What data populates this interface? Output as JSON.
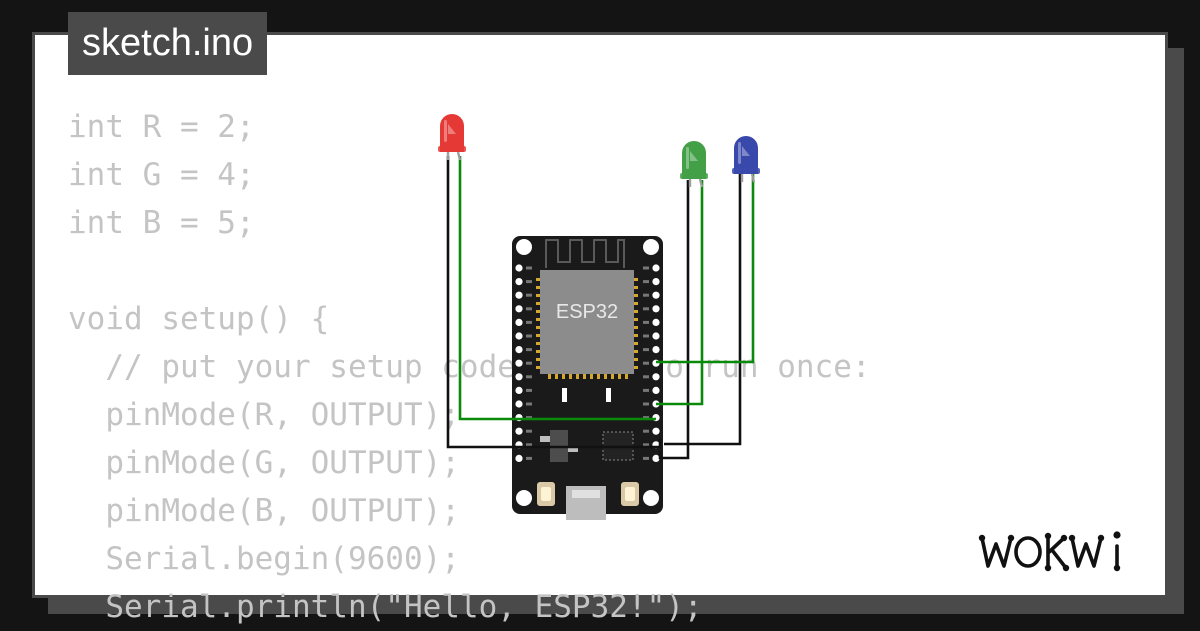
{
  "editor": {
    "file_name": "sketch.ino",
    "code_lines": [
      "int R = 2;",
      "int G = 4;",
      "int B = 5;",
      "",
      "void setup() {",
      "  // put your setup code here, to run once:",
      "  pinMode(R, OUTPUT);",
      "  pinMode(G, OUTPUT);",
      "  pinMode(B, OUTPUT);",
      "  Serial.begin(9600);",
      "  Serial.println(\"Hello, ESP32!\");"
    ]
  },
  "board": {
    "chip_label": "ESP32"
  },
  "leds": [
    {
      "name": "red",
      "color": "#e53935"
    },
    {
      "name": "green",
      "color": "#43a047"
    },
    {
      "name": "blue",
      "color": "#3949ab"
    }
  ],
  "colors": {
    "wire_signal": "#0a8a0a",
    "wire_ground": "#111111",
    "board": "#1a1a1a",
    "chip": "#8c8c8c",
    "code_text": "#c4c4c4",
    "frame": "#4a4a4a"
  },
  "branding": {
    "logo": "WOKWi"
  }
}
